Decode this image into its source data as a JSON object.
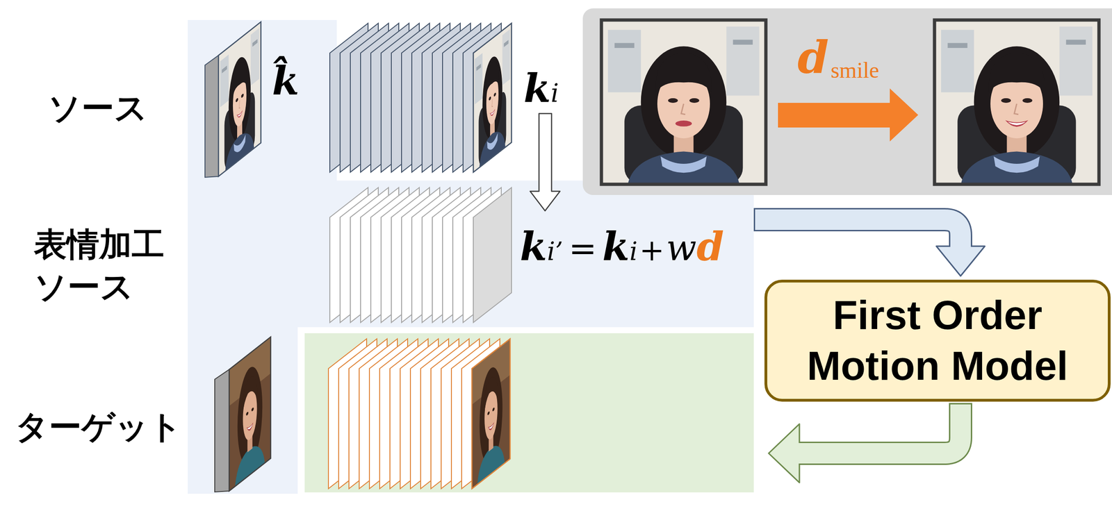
{
  "diagram": {
    "nodes": [
      {
        "text": [
          "d",
          "smile"
        ]
      },
      {
        "text": [
          "k",
          "i’",
          "=",
          "k",
          "i",
          "+",
          "w",
          "d"
        ]
      },
      {
        "text": [
          "First Order Motion Model"
        ]
      }
    ],
    "edges": [
      {
        "from": 1,
        "to": 2,
        "arrow": "to"
      }
    ],
    "labels": [
      "ソース",
      "k̂",
      "k",
      "i",
      "表情加工 ソース",
      "ターゲット"
    ]
  }
}
